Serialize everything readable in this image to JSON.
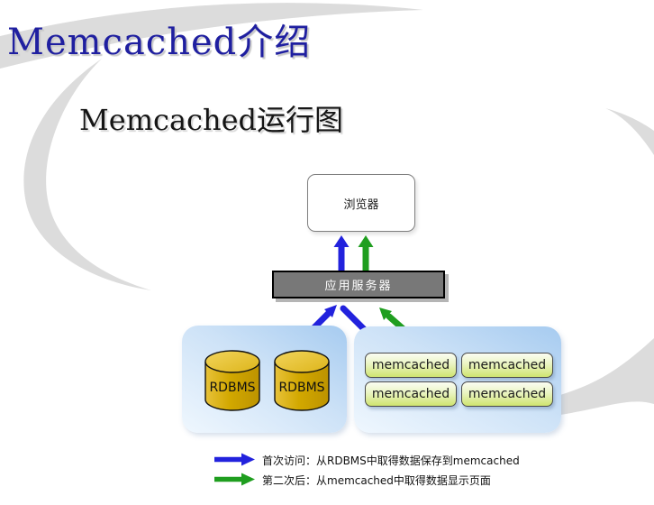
{
  "slide": {
    "title": "Memcached介绍",
    "subtitle": "Memcached运行图"
  },
  "diagram": {
    "browser": {
      "label": "浏览器"
    },
    "app_server": {
      "label": "应用服务器"
    },
    "rdbms": {
      "nodes": [
        {
          "label": "RDBMS"
        },
        {
          "label": "RDBMS"
        }
      ]
    },
    "memcached": {
      "nodes": [
        {
          "label": "memcached"
        },
        {
          "label": "memcached"
        },
        {
          "label": "memcached"
        },
        {
          "label": "memcached"
        }
      ]
    },
    "flows": [
      {
        "name": "appserver-to-browser-first-visit",
        "color": "#2222dd"
      },
      {
        "name": "appserver-to-browser-repeat-visit",
        "color": "#1f9e1f"
      },
      {
        "name": "rdbms-to-appserver",
        "color": "#2222dd"
      },
      {
        "name": "appserver-to-memcached",
        "color": "#2222dd"
      },
      {
        "name": "memcached-to-appserver",
        "color": "#1f9e1f"
      }
    ]
  },
  "legend": {
    "items": [
      {
        "text": "首次访问：从RDBMS中取得数据保存到memcached",
        "arrow_color": "#2222dd"
      },
      {
        "text": "第二次后：从memcached中取得数据显示页面",
        "arrow_color": "#1f9e1f"
      }
    ]
  },
  "colors": {
    "title_blue": "#1f1fa0",
    "arrow_blue": "#2222dd",
    "arrow_green": "#1f9e1f",
    "panel_blue": "#a6cbf0",
    "cylinder_gold": "#d2a800",
    "memcached_green": "#cfe470",
    "server_gray": "#787878",
    "swoosh_gray": "#dcdcdc"
  }
}
